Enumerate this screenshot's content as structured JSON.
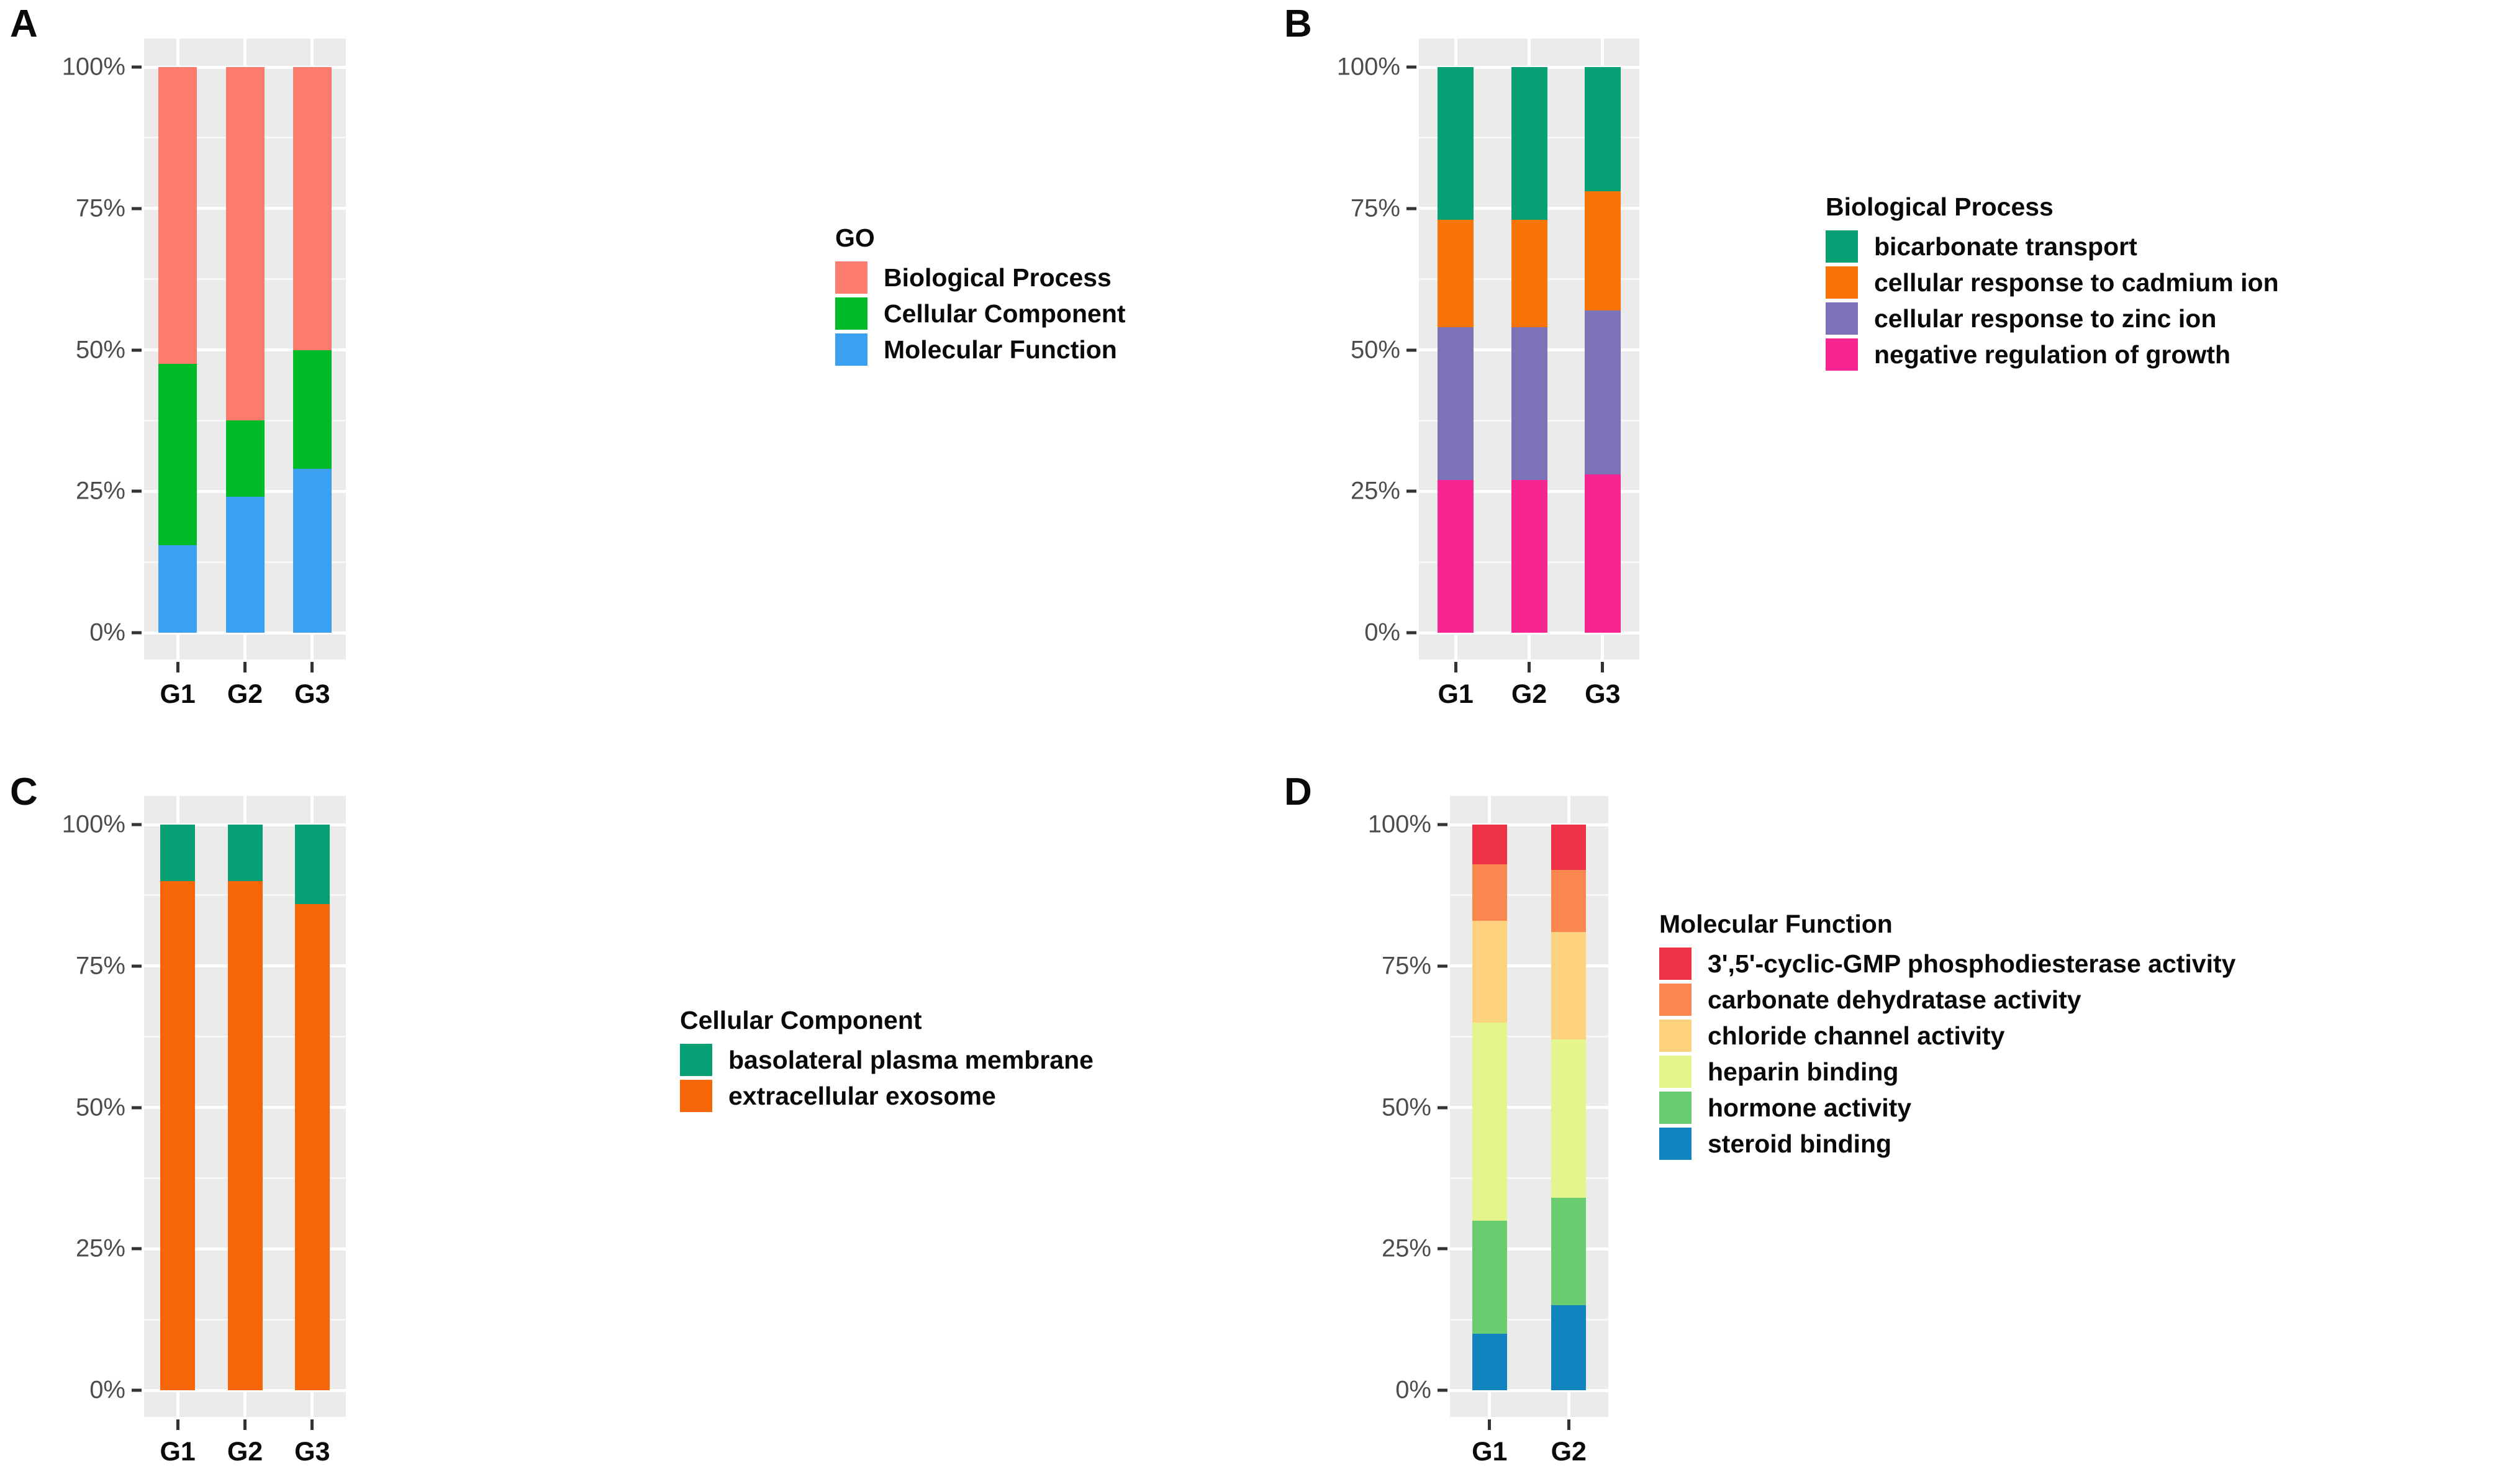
{
  "figure": {
    "panels": [
      "A",
      "B",
      "C",
      "D"
    ]
  },
  "panelA": {
    "letter": "A",
    "legend_title": "GO",
    "ytick_labels": [
      "100%",
      "75%",
      "50%",
      "25%",
      "0%"
    ],
    "xtick_labels": [
      "G1",
      "G2",
      "G3"
    ]
  },
  "panelB": {
    "letter": "B",
    "legend_title": "Biological Process",
    "ytick_labels": [
      "100%",
      "75%",
      "50%",
      "25%",
      "0%"
    ],
    "xtick_labels": [
      "G1",
      "G2",
      "G3"
    ]
  },
  "panelC": {
    "letter": "C",
    "legend_title": "Cellular Component",
    "ytick_labels": [
      "100%",
      "75%",
      "50%",
      "25%",
      "0%"
    ],
    "xtick_labels": [
      "G1",
      "G2",
      "G3"
    ]
  },
  "panelD": {
    "letter": "D",
    "legend_title": "Molecular Function",
    "ytick_labels": [
      "100%",
      "75%",
      "50%",
      "25%",
      "0%"
    ],
    "xtick_labels": [
      "G1",
      "G2"
    ]
  },
  "chart_data": [
    {
      "panel": "A",
      "type": "bar",
      "stacked": true,
      "title": "",
      "legend_title": "GO",
      "legend_position": "right",
      "xlabel": "",
      "ylabel": "",
      "ylim": [
        0,
        100
      ],
      "ytick_values": [
        0,
        25,
        50,
        75,
        100
      ],
      "ytick_labels": [
        "0%",
        "25%",
        "50%",
        "75%",
        "100%"
      ],
      "grid": true,
      "categories": [
        "G1",
        "G2",
        "G3"
      ],
      "series": [
        {
          "name": "Biological Process",
          "color": "#FB7C6F",
          "values": [
            52.5,
            62.5,
            50.0
          ]
        },
        {
          "name": "Cellular Component",
          "color": "#00BB28",
          "values": [
            32.0,
            13.5,
            21.0
          ]
        },
        {
          "name": "Molecular Function",
          "color": "#3CA0F0",
          "values": [
            15.5,
            24.0,
            29.0
          ]
        }
      ]
    },
    {
      "panel": "B",
      "type": "bar",
      "stacked": true,
      "title": "",
      "legend_title": "Biological Process",
      "legend_position": "right",
      "xlabel": "",
      "ylabel": "",
      "ylim": [
        0,
        100
      ],
      "ytick_values": [
        0,
        25,
        50,
        75,
        100
      ],
      "ytick_labels": [
        "0%",
        "25%",
        "50%",
        "75%",
        "100%"
      ],
      "grid": true,
      "categories": [
        "G1",
        "G2",
        "G3"
      ],
      "series": [
        {
          "name": "bicarbonate transport",
          "color": "#07A075",
          "values": [
            27.0,
            27.0,
            22.0
          ]
        },
        {
          "name": "cellular response to cadmium ion",
          "color": "#F87406",
          "values": [
            19.0,
            19.0,
            21.0
          ]
        },
        {
          "name": "cellular response to zinc ion",
          "color": "#7B72B8",
          "values": [
            27.0,
            27.0,
            29.0
          ]
        },
        {
          "name": "negative regulation of growth",
          "color": "#F72592",
          "values": [
            27.0,
            27.0,
            28.0
          ]
        }
      ]
    },
    {
      "panel": "C",
      "type": "bar",
      "stacked": true,
      "title": "",
      "legend_title": "Cellular Component",
      "legend_position": "right",
      "xlabel": "",
      "ylabel": "",
      "ylim": [
        0,
        100
      ],
      "ytick_values": [
        0,
        25,
        50,
        75,
        100
      ],
      "ytick_labels": [
        "0%",
        "25%",
        "50%",
        "75%",
        "100%"
      ],
      "grid": true,
      "categories": [
        "G1",
        "G2",
        "G3"
      ],
      "series": [
        {
          "name": "basolateral plasma membrane",
          "color": "#07A075",
          "values": [
            10.0,
            10.0,
            14.0
          ]
        },
        {
          "name": "extracellular exosome",
          "color": "#F66607",
          "values": [
            90.0,
            90.0,
            86.0
          ]
        }
      ]
    },
    {
      "panel": "D",
      "type": "bar",
      "stacked": true,
      "title": "",
      "legend_title": "Molecular Function",
      "legend_position": "right",
      "xlabel": "",
      "ylabel": "",
      "ylim": [
        0,
        100
      ],
      "ytick_values": [
        0,
        25,
        50,
        75,
        100
      ],
      "ytick_labels": [
        "0%",
        "25%",
        "50%",
        "75%",
        "100%"
      ],
      "grid": true,
      "categories": [
        "G1",
        "G2"
      ],
      "series": [
        {
          "name": "3',5'-cyclic-GMP phosphodiesterase activity",
          "color": "#EE3145",
          "values": [
            7.0,
            8.0
          ]
        },
        {
          "name": "carbonate dehydratase activity",
          "color": "#FA8650",
          "values": [
            10.0,
            11.0
          ]
        },
        {
          "name": "chloride channel activity",
          "color": "#FDD27F",
          "values": [
            18.0,
            19.0
          ]
        },
        {
          "name": "heparin binding",
          "color": "#E3F58C",
          "values": [
            35.0,
            28.0
          ]
        },
        {
          "name": "hormone activity",
          "color": "#6ACB71",
          "values": [
            20.0,
            19.0
          ]
        },
        {
          "name": "steroid binding",
          "color": "#1183BF",
          "values": [
            10.0,
            15.0
          ]
        }
      ]
    }
  ]
}
